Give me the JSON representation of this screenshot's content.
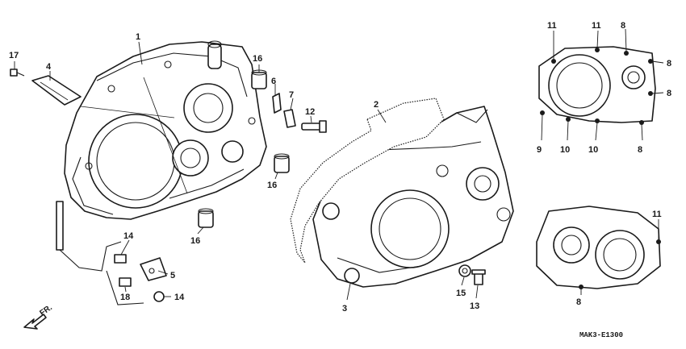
{
  "callouts": {
    "c1": "1",
    "c2": "2",
    "c3": "3",
    "c4": "4",
    "c5": "5",
    "c6": "6",
    "c7": "7",
    "c8a": "8",
    "c8b": "8",
    "c8c": "8",
    "c8d": "8",
    "c8e": "8",
    "c9": "9",
    "c10a": "10",
    "c10b": "10",
    "c11a": "11",
    "c11b": "11",
    "c11c": "11",
    "c12": "12",
    "c13": "13",
    "c14a": "14",
    "c14b": "14",
    "c15": "15",
    "c16a": "16",
    "c16b": "16",
    "c16c": "16",
    "c17": "17",
    "c18": "18"
  },
  "front_marker": "FR.",
  "diagram_code": "MAK3-E1300"
}
